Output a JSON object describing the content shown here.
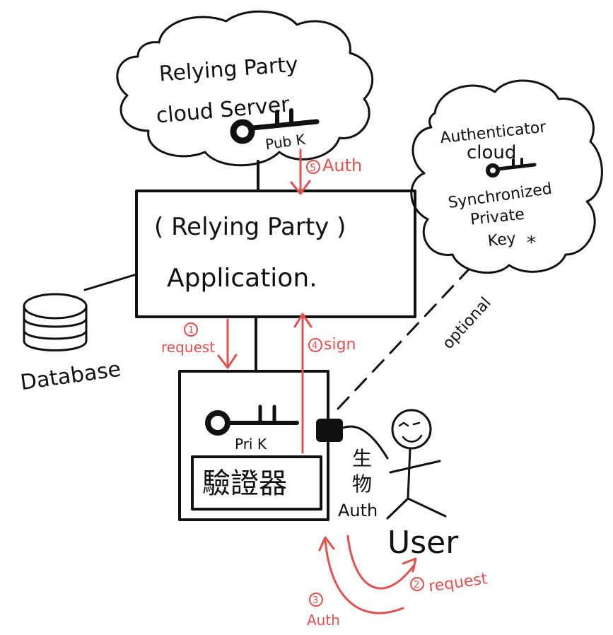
{
  "cloud_server": {
    "line1": "Relying Party",
    "line2": "cloud Server",
    "key_label": "Pub K"
  },
  "auth_cloud": {
    "line1": "Authenticator",
    "line2": "cloud",
    "line3": "Synchronized",
    "line4": "Private",
    "line5": "Key",
    "star": "*"
  },
  "application": {
    "line1": "( Relying Party )",
    "line2": "Application."
  },
  "database": {
    "label": "Database"
  },
  "device": {
    "key_label": "Pri K",
    "authenticator_label": "驗證器"
  },
  "biometric": {
    "char1": "生",
    "char2": "物",
    "label": "Auth"
  },
  "user": {
    "label": "User"
  },
  "flows": {
    "step1_num": "1",
    "step1_label": "request",
    "step2_num": "2",
    "step2_label": "request",
    "step3_num": "3",
    "step3_label": "Auth",
    "step4_num": "4",
    "step4_label": "sign",
    "step5_num": "5",
    "step5_label": "Auth"
  },
  "optional_label": "optional",
  "colors": {
    "ink": "#111111",
    "flow": "#e0504f",
    "background": "#ffffff"
  },
  "icons": [
    "cloud-shape",
    "key-icon",
    "database-icon",
    "stick-figure-user",
    "biometric-sensor"
  ]
}
